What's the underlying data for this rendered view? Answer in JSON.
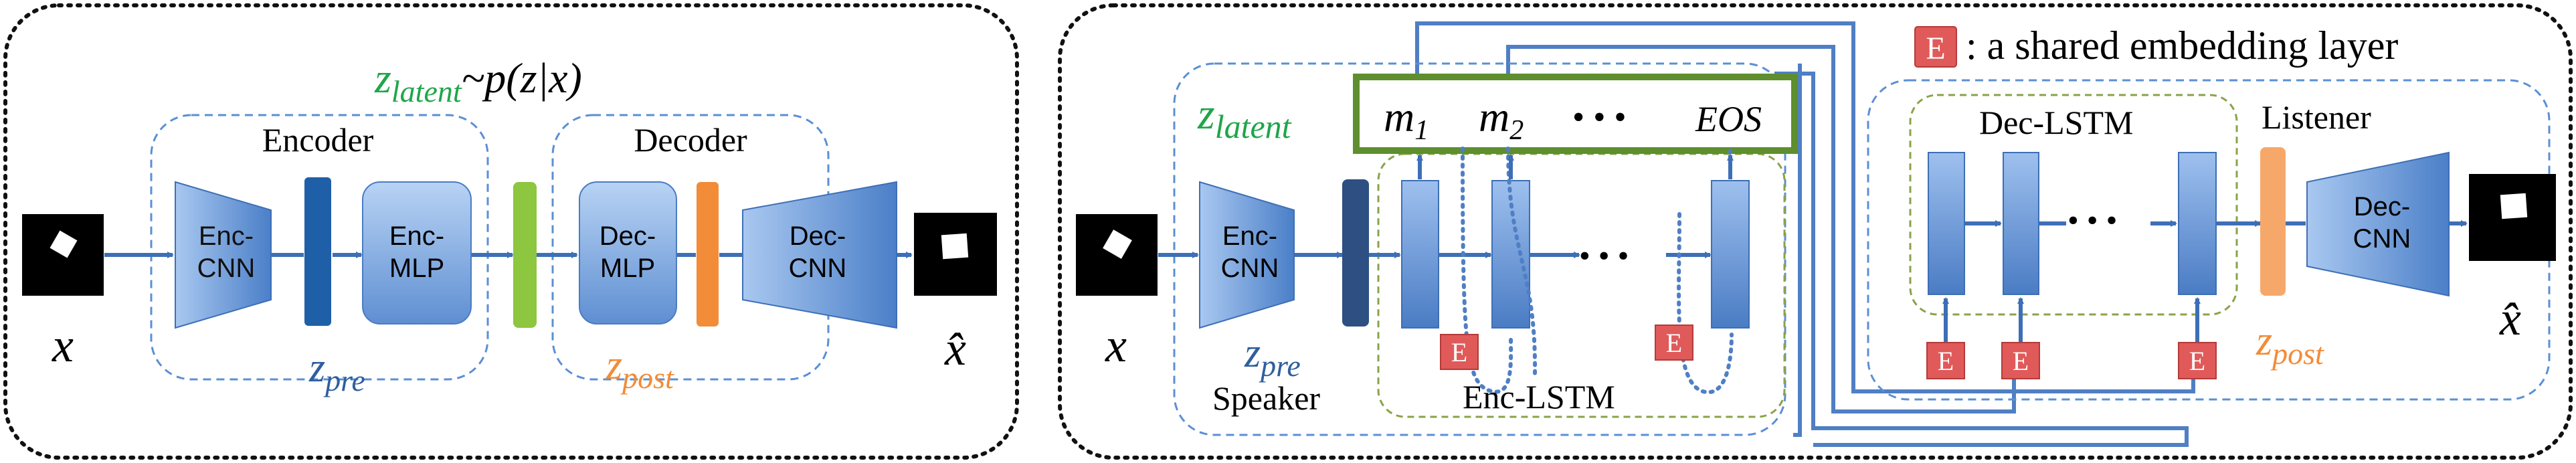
{
  "left_panel": {
    "input_label": "x",
    "output_label": "x̂",
    "latent_formula": {
      "z": "z",
      "sub": "latent",
      "rest": "~p(z|x)"
    },
    "encoder": {
      "title": "Encoder",
      "cnn": [
        "Enc-",
        "CNN"
      ],
      "mlp": [
        "Enc-",
        "MLP"
      ]
    },
    "decoder": {
      "title": "Decoder",
      "mlp": [
        "Dec-",
        "MLP"
      ],
      "cnn": [
        "Dec-",
        "CNN"
      ]
    },
    "z_pre": {
      "z": "z",
      "sub": "pre"
    },
    "z_post": {
      "z": "z",
      "sub": "post"
    }
  },
  "right_panel": {
    "legend": {
      "badge": "E",
      "text": ": a shared embedding layer"
    },
    "input_label": "x",
    "output_label": "x̂",
    "z_latent": {
      "z": "z",
      "sub": "latent"
    },
    "message": {
      "m1": "m",
      "m1_sub": "1",
      "m2": "m",
      "m2_sub": "2",
      "dots": "• • •",
      "eos": "EOS"
    },
    "speaker": {
      "title": "Speaker",
      "cnn": [
        "Enc-",
        "CNN"
      ],
      "lstm_label": "Enc-LSTM",
      "z_pre": {
        "z": "z",
        "sub": "pre"
      }
    },
    "listener": {
      "title": "Listener",
      "lstm_label": "Dec-LSTM",
      "cnn": [
        "Dec-",
        "CNN"
      ],
      "z_post": {
        "z": "z",
        "sub": "post"
      }
    },
    "dots": "• • •",
    "embed_badge": "E"
  },
  "colors": {
    "blue_block": "#5b8fd4",
    "dark_blue": "#1f5fa8",
    "green_bar": "#8dc63f",
    "orange_bar": "#f28c38",
    "light_orange_bar": "#f6a86a",
    "z_green": "#1fa64a",
    "z_blue": "#2f5f9e",
    "z_orange": "#f28c38",
    "embed_red": "#e05a5a",
    "latent_box": "#5e8e2e"
  }
}
